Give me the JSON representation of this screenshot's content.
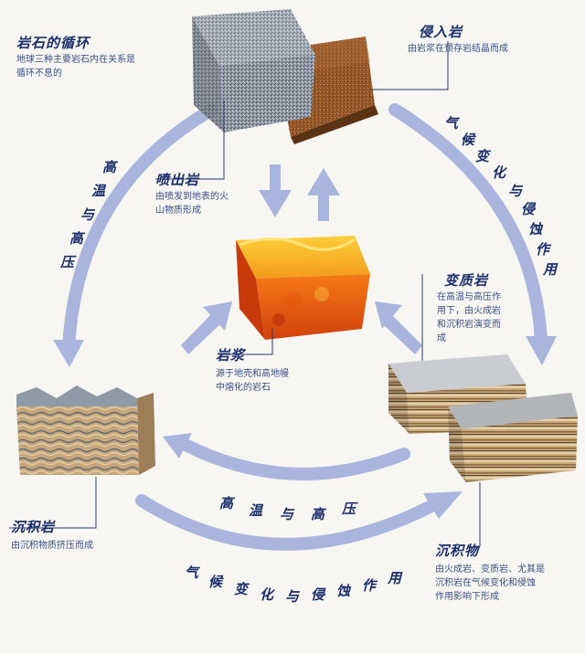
{
  "header": {
    "title": "岩石的循环",
    "subtitle_line1": "地球三种主要岩石内在关系是",
    "subtitle_line2": "循环不息的"
  },
  "rocks": {
    "intrusive": {
      "title": "侵入岩",
      "desc1": "由岩浆在预存岩结晶而成"
    },
    "extrusive": {
      "title": "喷出岩",
      "desc1": "由喷发到地表的火",
      "desc2": "山物质形成"
    },
    "magma": {
      "title": "岩浆",
      "desc1": "源于地壳和高地幔",
      "desc2": "中熔化的岩石"
    },
    "metamorphic": {
      "title": "变质岩",
      "desc1": "在高温与高压作",
      "desc2": "用下，由火成岩",
      "desc3": "和沉积岩演变而",
      "desc4": "成"
    },
    "sedimentary": {
      "title": "沉积岩",
      "desc1": "由沉积物质挤压而成"
    },
    "sediment": {
      "title": "沉积物",
      "desc1": "由火成岩、变质岩、尤其是",
      "desc2": "沉积岩在气候变化和侵蚀",
      "desc3": "作用影响下形成"
    }
  },
  "process_labels": {
    "left_arc": [
      "高",
      "温",
      "与",
      "高",
      "压"
    ],
    "right_arc": [
      "气",
      "候",
      "变",
      "化",
      "与",
      "侵",
      "蚀",
      "作",
      "用"
    ],
    "bottom_upper": [
      "高",
      "温",
      "与",
      "高",
      "压"
    ],
    "bottom_lower": [
      "气",
      "候",
      "变",
      "化",
      "与",
      "侵",
      "蚀",
      "作",
      "用"
    ]
  },
  "colors": {
    "arrow": "#a9b5dc",
    "arrow_dark": "#7c8fc8",
    "title": "#1b2f6b",
    "desc": "#3b4f80",
    "leader": "#2a3a6a"
  }
}
